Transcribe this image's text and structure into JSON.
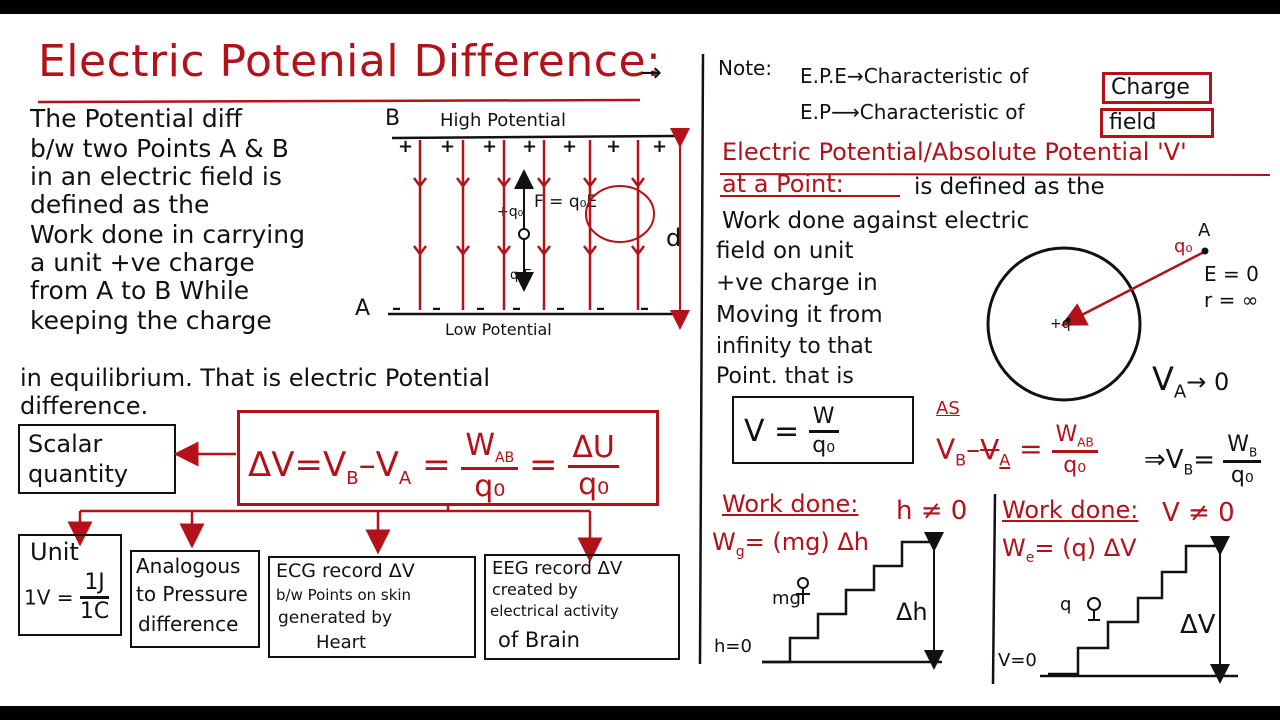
{
  "title": "Electric Potenial Difference:",
  "title_arrow": "→",
  "definition_lines": [
    "The Potential diff",
    "b/w two Points A & B",
    "in an electric field is",
    "defined as the",
    "Work done in carrying",
    "a unit +ve charge",
    "from A to B While",
    "keeping the charge",
    "in equilibrium. That is electric Potential",
    "difference."
  ],
  "field_diagram": {
    "label_b": "B",
    "label_a": "A",
    "high_potential": "High Potential",
    "low_potential": "Low Potential",
    "plus_sign": "+",
    "minus_sign": "–",
    "distance": "d",
    "force_label": "F = q₀E",
    "charge_label": "+q₀",
    "qe_label": "q₀E"
  },
  "formula": {
    "delta_v": "ΔV",
    "eq": "=",
    "vb": "V",
    "vb_sub": "B",
    "minus": "–",
    "va": "V",
    "va_sub": "A",
    "w_ab": "W",
    "w_ab_sub": "AB",
    "q0": "q₀",
    "delta_u": "ΔU"
  },
  "scalar_box": [
    "Scalar",
    "quantity"
  ],
  "bottom_boxes": {
    "unit": {
      "title": "Unit",
      "lhs": "1V =",
      "num": "1J",
      "den": "1C"
    },
    "analogous": [
      "Analogous",
      "to Pressure",
      "difference"
    ],
    "ecg": [
      "ECG record ΔV",
      "b/w Points on skin",
      "generated by",
      "Heart"
    ],
    "eeg": [
      "EEG record ΔV",
      "created by",
      "electrical activity",
      "of Brain"
    ]
  },
  "note": {
    "label": "Note:",
    "epe": "E.P.E",
    "ep": "E.P",
    "char_of": "Characteristic of",
    "charge": "Charge",
    "field": "field"
  },
  "absolute": {
    "heading1": "Electric Potential/Absolute Potential 'V'",
    "heading2": "at a Point:",
    "line1_rest": "is defined as the",
    "lines": [
      "Work done against electric",
      "field on unit",
      "+ve charge in",
      "Moving it from",
      "infinity to that",
      "Point. that is"
    ],
    "v_formula": {
      "lhs": "V =",
      "num": "W",
      "den": "q₀"
    },
    "circle": {
      "a_label": "A",
      "q_label": "q₀",
      "e_zero": "E = 0",
      "r_inf": "r = ∞",
      "center": "+q",
      "va_to_zero": "V",
      "va_sub": "A",
      "arrow_zero": "→ 0"
    },
    "as_label": "AS",
    "as_formula": {
      "vb": "V",
      "vb_sub": "B",
      "minus": "–",
      "va": "V",
      "va_sub": "A",
      "num": "W",
      "num_sub": "AB",
      "den": "q₀",
      "implies": "⇒",
      "rhs_v": "V",
      "rhs_sub": "B",
      "rhs_num": "W",
      "rhs_num_sub": "B",
      "rhs_den": "q₀"
    }
  },
  "work_gravity": {
    "heading": "Work done:",
    "cond": "h ≠ 0",
    "formula": "W",
    "formula_sub": "g",
    "formula_rest": "= (mg) Δh",
    "mass": "mg",
    "base": "h=0",
    "delta": "Δh"
  },
  "work_electric": {
    "heading": "Work done:",
    "cond": "V ≠ 0",
    "formula": "W",
    "formula_sub": "e",
    "formula_rest": "= (q) ΔV",
    "charge": "q",
    "base": "V=0",
    "delta": "ΔV"
  }
}
